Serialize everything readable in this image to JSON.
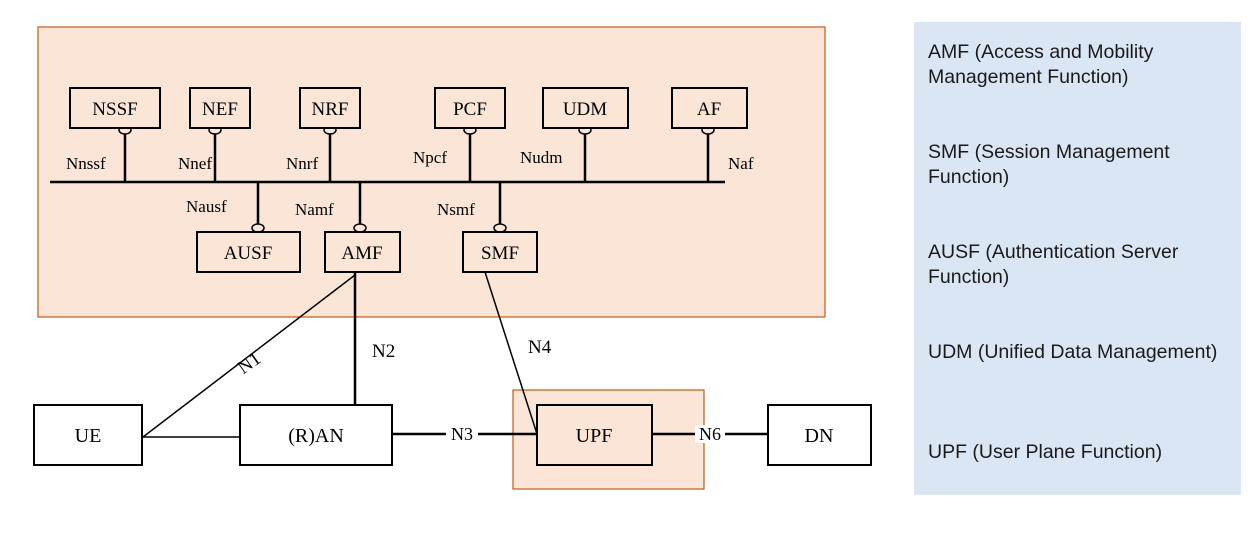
{
  "network_functions": [
    {
      "id": "nssf",
      "label": "NSSF"
    },
    {
      "id": "nef",
      "label": "NEF"
    },
    {
      "id": "nrf",
      "label": "NRF"
    },
    {
      "id": "pcf",
      "label": "PCF"
    },
    {
      "id": "udm",
      "label": "UDM"
    },
    {
      "id": "af",
      "label": "AF"
    },
    {
      "id": "ausf",
      "label": "AUSF"
    },
    {
      "id": "amf",
      "label": "AMF"
    },
    {
      "id": "smf",
      "label": "SMF"
    }
  ],
  "service_interfaces": {
    "nssf": "Nnssf",
    "nef": "Nnef",
    "nrf": "Nnrf",
    "pcf": "Npcf",
    "udm": "Nudm",
    "af": "Naf",
    "ausf": "Nausf",
    "amf": "Namf",
    "smf": "Nsmf"
  },
  "access_nodes": {
    "ue": "UE",
    "ran": "(R)AN",
    "upf": "UPF",
    "dn": "DN"
  },
  "reference_points": {
    "n1": "N1",
    "n2": "N2",
    "n3": "N3",
    "n4": "N4",
    "n6": "N6"
  },
  "legend": [
    "AMF (Access and Mobility Management Function)",
    "SMF (Session Management Function)",
    "AUSF (Authentication Server Function)",
    "UDM (Unified Data Management)",
    "UPF (User Plane Function)"
  ],
  "colors": {
    "group_fill": "#fbe5d6",
    "group_border": "#c55a11",
    "legend_fill": "#dbe6f4",
    "line": "#000000"
  }
}
